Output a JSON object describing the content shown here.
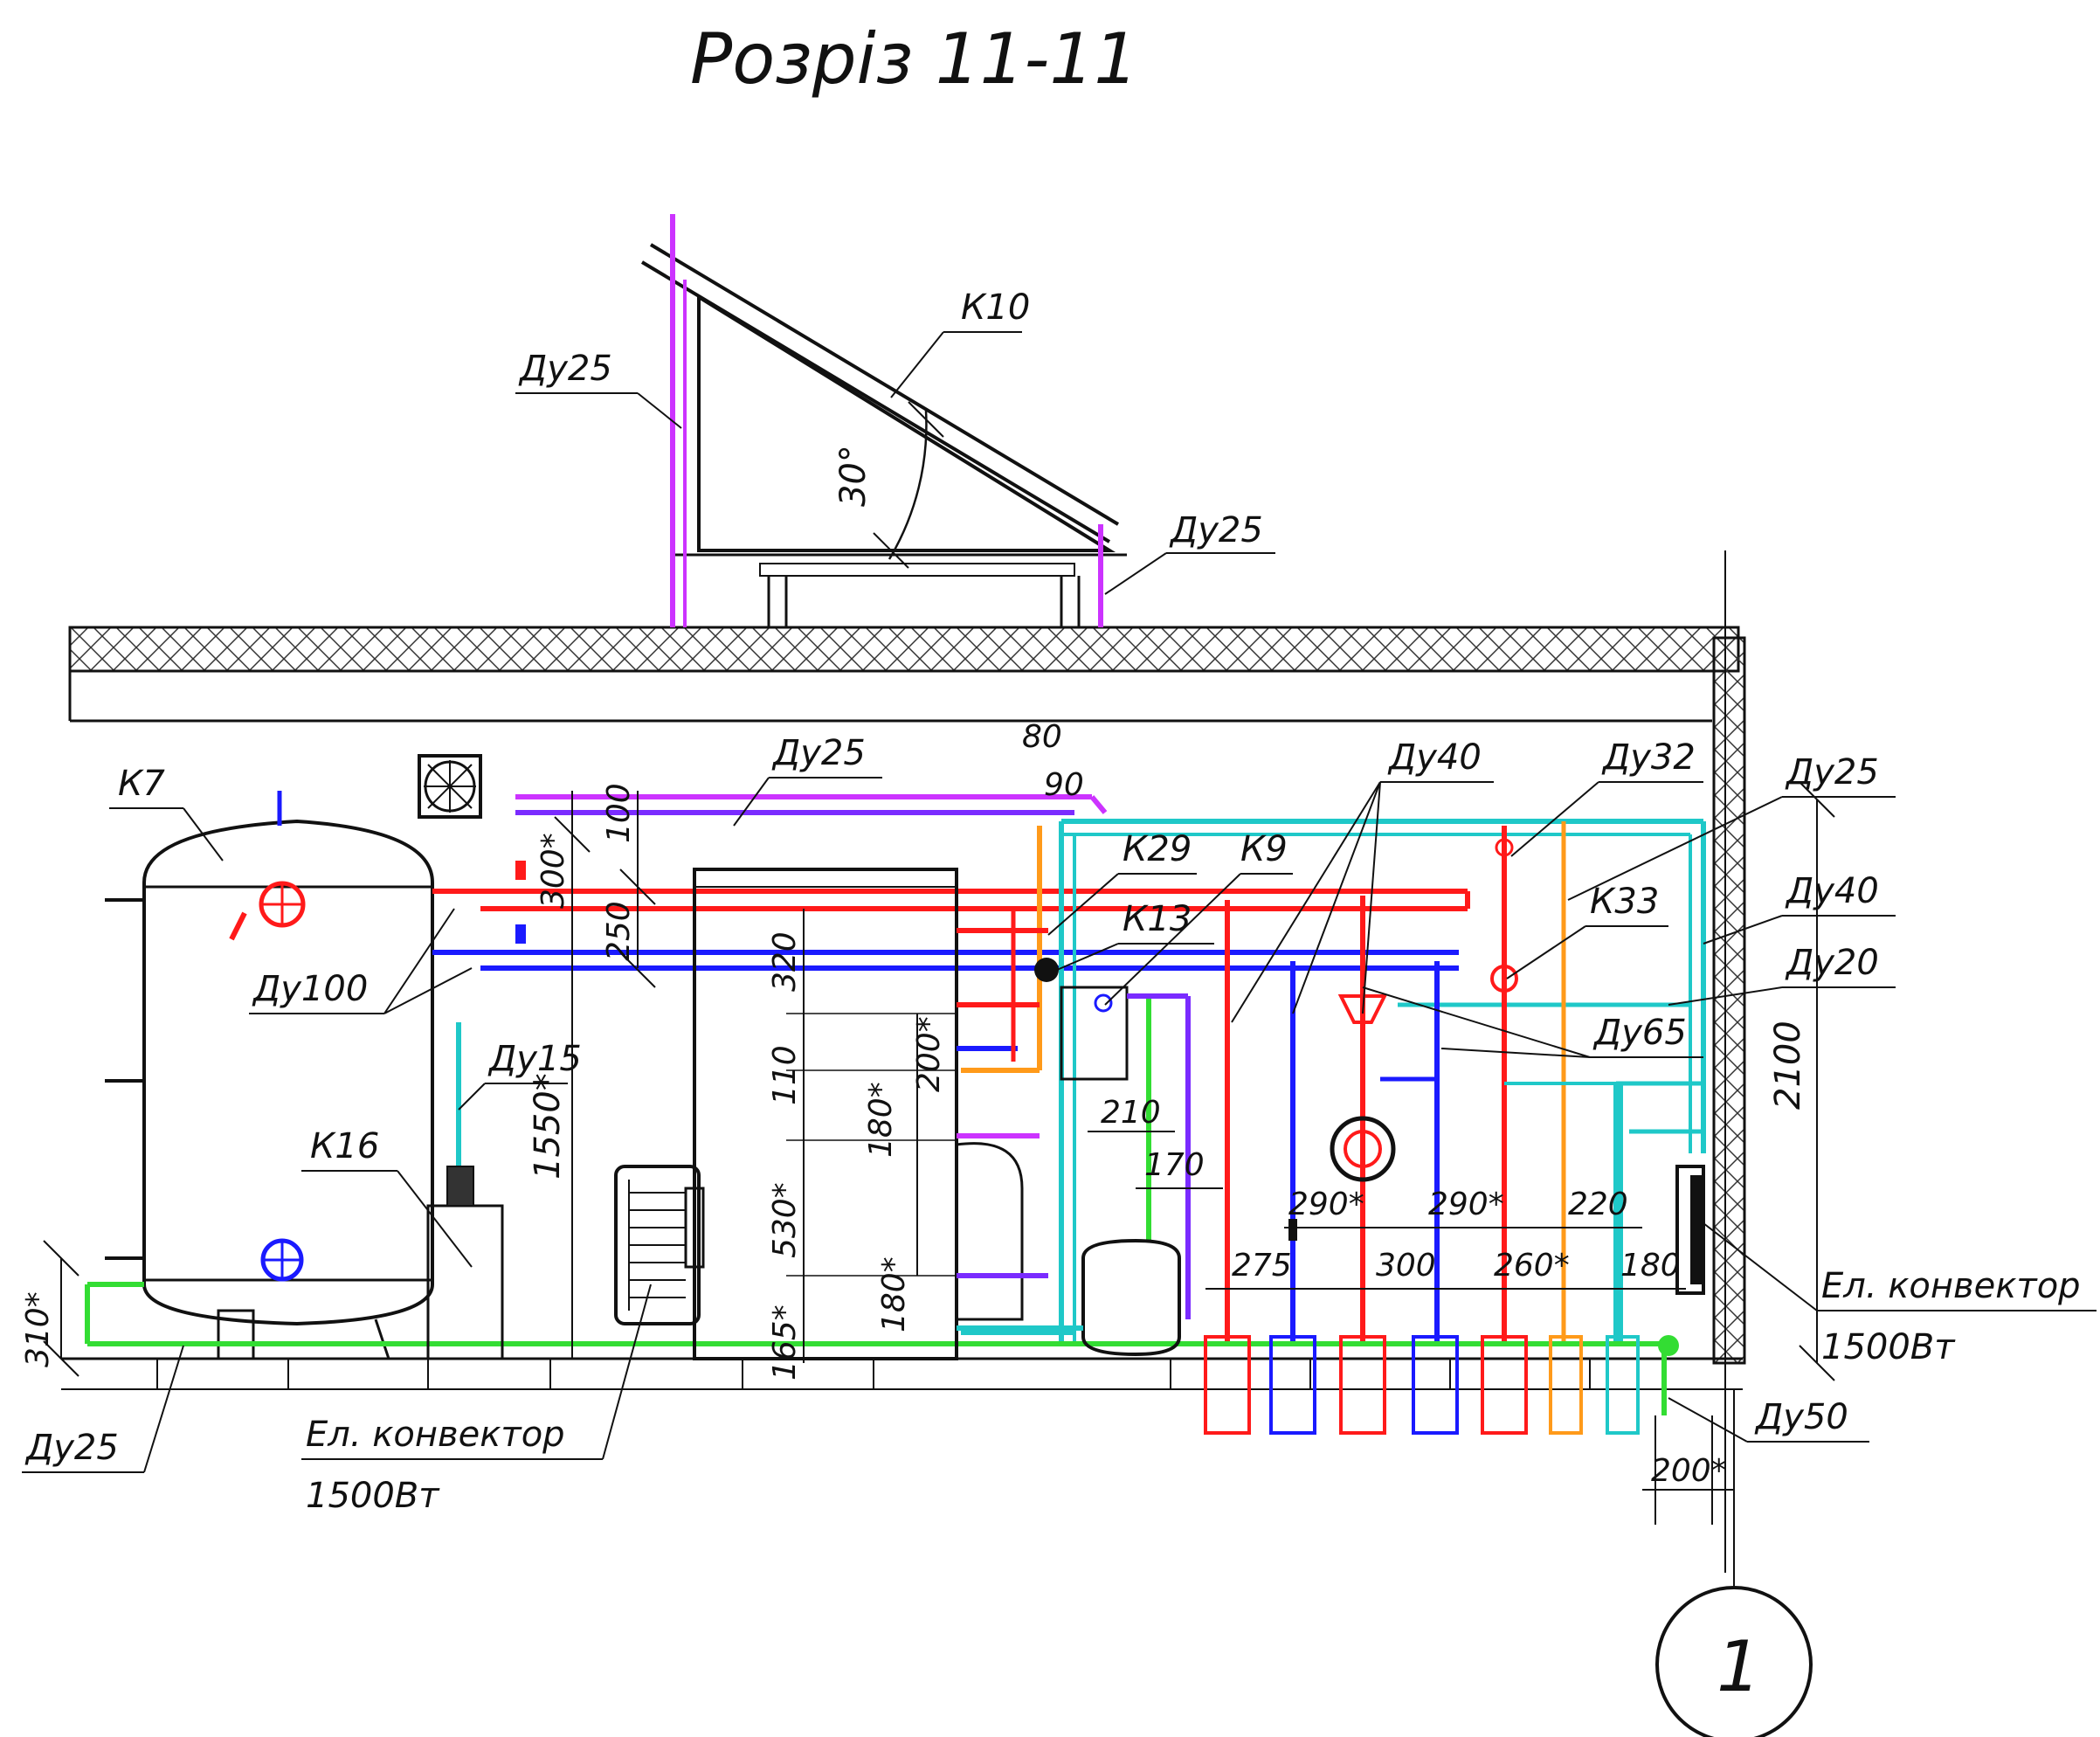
{
  "title": "Розріз 11-11",
  "colors": {
    "supply": "#ff1a1a",
    "return": "#1a1aff",
    "collector": "#cc33ff",
    "cold_water": "#1fc8c8",
    "hot_water": "#ff9a1a",
    "drain": "#33dd33",
    "violet": "#7a2bff"
  },
  "labels": {
    "du25_collector": "Ду25",
    "k10": "К10",
    "angle": "30°",
    "du25_return_collector": "Ду25",
    "k7": "К7",
    "du25_top": "Ду25",
    "dim80": "80",
    "dim90": "90",
    "du40": "Ду40",
    "du32": "Ду32",
    "du25_right": "Ду25",
    "k29": "К29",
    "k9": "К9",
    "k13": "К13",
    "k33": "К33",
    "du40_right": "Ду40",
    "du20": "Ду20",
    "du65": "Ду65",
    "du100": "Ду100",
    "du15": "Ду15",
    "k16": "К16",
    "dim2100": "2100",
    "dim300": "300*",
    "dim100": "100",
    "dim250": "250",
    "dim1550": "1550*",
    "dim320": "320",
    "dim200": "200*",
    "dim110": "110",
    "dim180a": "180*",
    "dim530": "530*",
    "dim180b": "180*",
    "dim165": "165*",
    "dim210": "210",
    "dim170": "170",
    "dim290a": "290*",
    "dim290b": "290*",
    "dim220": "220",
    "dim275": "275",
    "dim300b": "300",
    "dim260": "260*",
    "dim180c": "180",
    "dim310": "310*",
    "du25_bottom": "Ду25",
    "convector1": "Ел. конвектор",
    "convector1_power": "1500Вт",
    "convector2": "Ел. конвектор",
    "convector2_power": "1500Вт",
    "du50": "Ду50",
    "dim200b": "200*",
    "axis": "1"
  }
}
